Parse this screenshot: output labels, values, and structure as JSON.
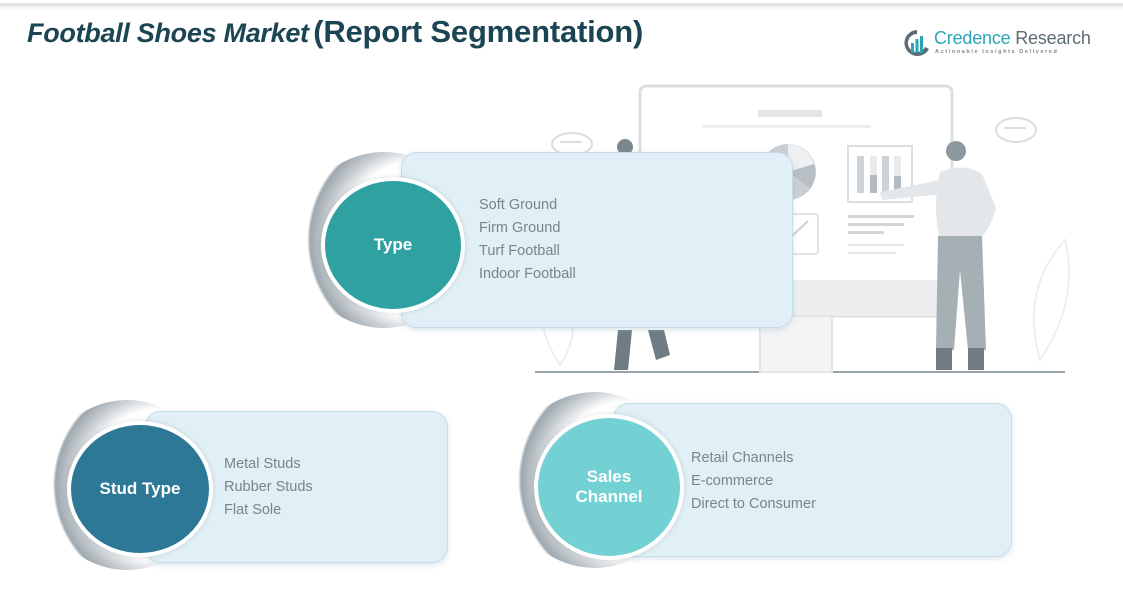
{
  "header": {
    "title_main": "Football Shoes Market",
    "title_sub": "(Report Segmentation)"
  },
  "logo": {
    "icon": "bar-chart-logo-icon",
    "name_part1": "Credence",
    "name_part2": " Research",
    "tagline": "Actionable Insights Delivered",
    "brand_color": "#2aa5b8"
  },
  "illustration": {
    "description": "people-presenting-dashboard-illustration"
  },
  "segments": [
    {
      "id": "type",
      "label": "Type",
      "color": "#2fa1a1",
      "items": [
        "Soft Ground",
        "Firm Ground",
        "Turf Football",
        "Indoor Football"
      ]
    },
    {
      "id": "stud-type",
      "label": "Stud Type",
      "color": "#2d7896",
      "items": [
        "Metal Studs",
        "Rubber Studs",
        "Flat Sole"
      ]
    },
    {
      "id": "sales-channel",
      "label_line1": "Sales",
      "label_line2": "Channel",
      "color": "#74d1d3",
      "items": [
        "Retail Channels",
        "E-commerce",
        "Direct to Consumer"
      ]
    }
  ],
  "colors": {
    "title": "#1c4553",
    "card_bg": "#e1eff6",
    "item_text": "#7b8489"
  }
}
